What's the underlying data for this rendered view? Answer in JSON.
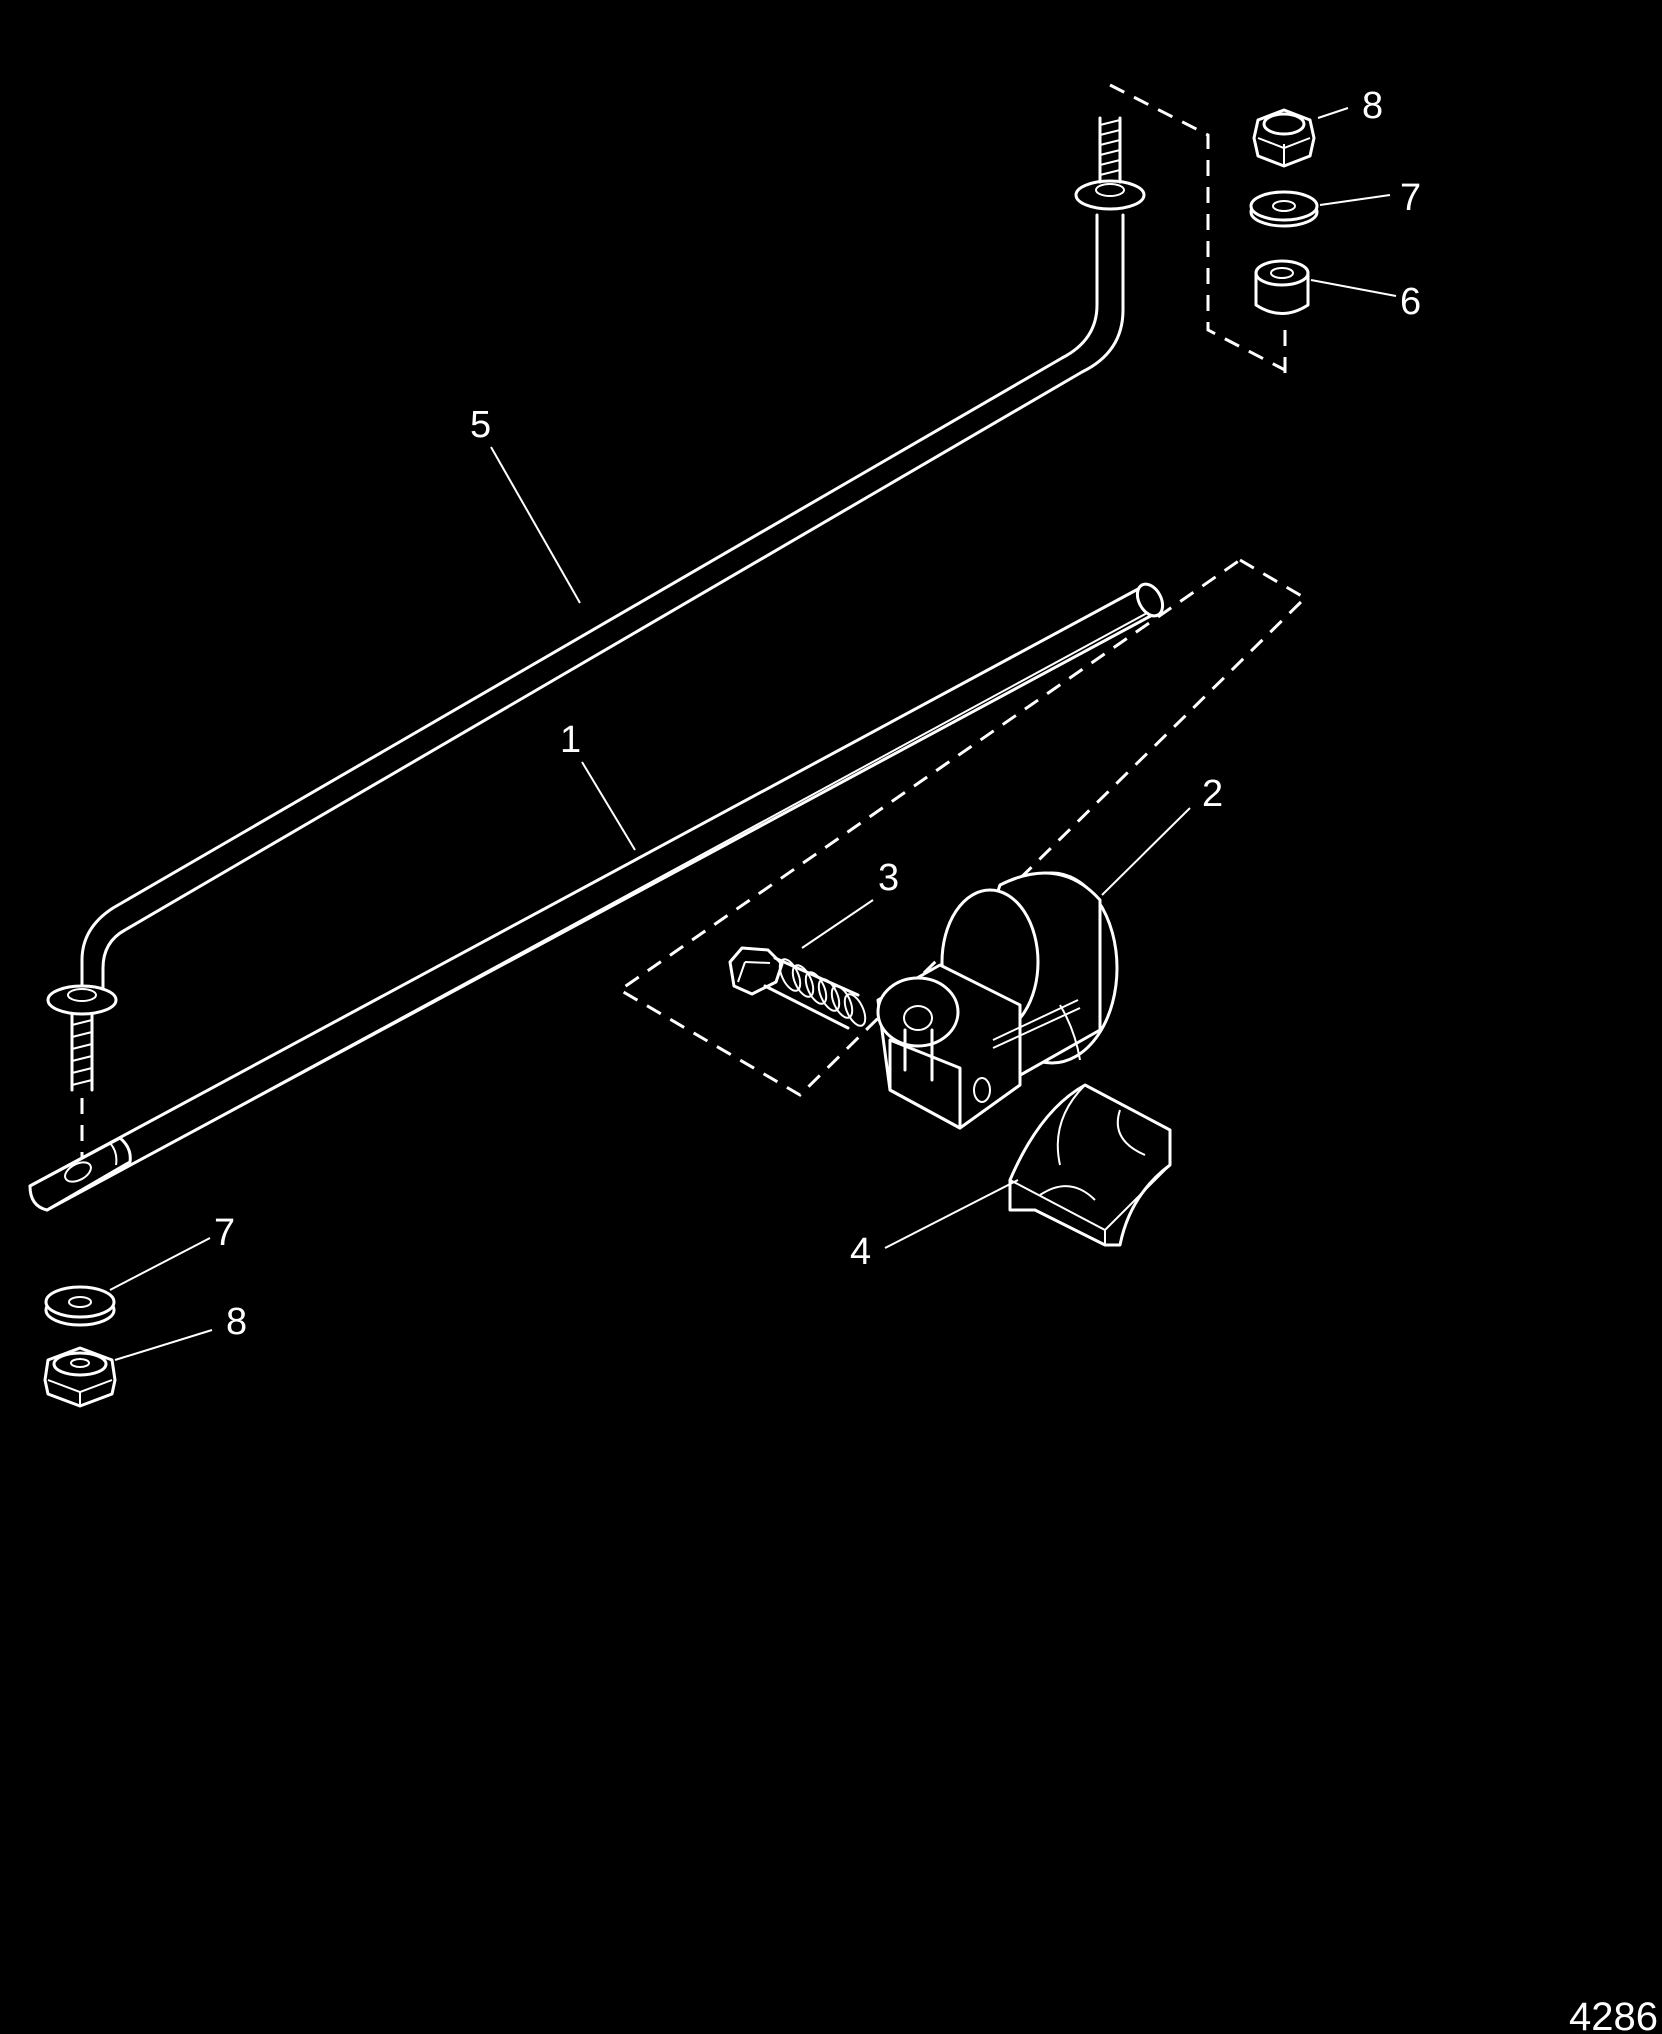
{
  "figure_number": "4286",
  "callouts": {
    "part_1": "1",
    "part_2": "2",
    "part_3": "3",
    "part_4": "4",
    "part_5": "5",
    "part_6": "6",
    "part_7_top": "7",
    "part_8_top": "8",
    "part_7_bottom": "7",
    "part_8_bottom": "8"
  },
  "colors": {
    "background": "#000000",
    "linework": "#ffffff"
  }
}
